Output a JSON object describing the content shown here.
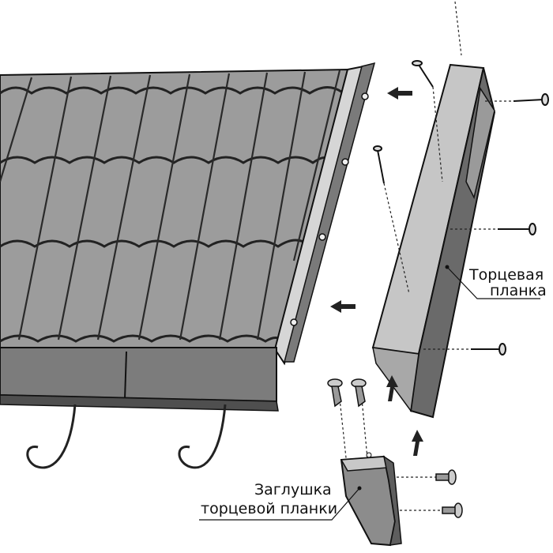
{
  "labels": {
    "end_plank_line1": "Торцевая",
    "end_plank_line2": "планка",
    "cap_line1": "Заглушка",
    "cap_line2": "торцевой планки"
  },
  "colors": {
    "tile": "#9a9a9a",
    "tile_dark": "#6f6f6f",
    "metal_light": "#c4c4c4",
    "metal_mid": "#8a8a8a",
    "metal_dark": "#5c5c5c",
    "line": "#1a1a1a"
  }
}
